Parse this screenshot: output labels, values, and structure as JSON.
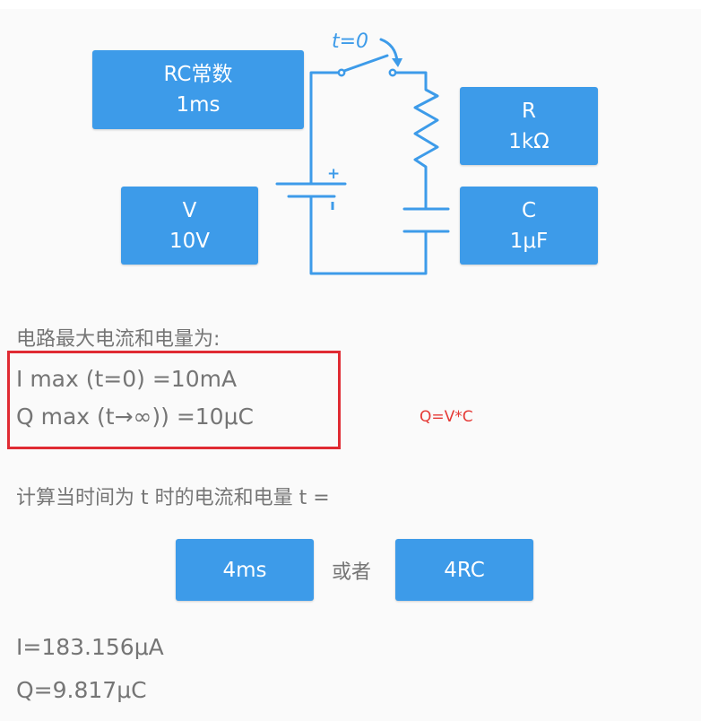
{
  "circuit": {
    "switch_label": "t=0",
    "battery_plus": "+",
    "battery_minus": "-",
    "wire_color": "#3d9be9"
  },
  "params": {
    "rc": {
      "title": "RC常数",
      "value": "1ms"
    },
    "voltage": {
      "title": "V",
      "value": "10V"
    },
    "resistance": {
      "title": "R",
      "value": "1kΩ"
    },
    "capacitance": {
      "title": "C",
      "value": "1μF"
    }
  },
  "maxima": {
    "heading": "电路最大电流和电量为:",
    "i_max": "I max (t=0) =10mA",
    "q_max": "Q max (t→∞)) =10μC",
    "annotation": "Q=V*C",
    "annotation_color": "#e53935",
    "highlight_color": "#e02b33"
  },
  "calculation": {
    "prompt": "计算当时间为 t 时的电流和电量 t =",
    "option_a": "4ms",
    "or_label": "或者",
    "option_b": "4RC"
  },
  "results": {
    "current": "I=183.156μA",
    "charge": "Q=9.817μC"
  },
  "theme": {
    "button_color": "#3d9be9",
    "text_color": "#757575",
    "background": "#fafafa"
  }
}
